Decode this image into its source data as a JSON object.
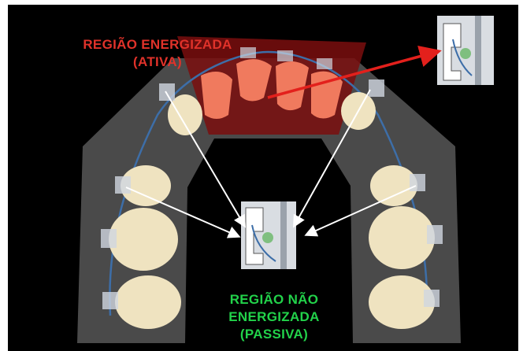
{
  "active_region": {
    "line1": "REGIÃO ENERGIZADA",
    "line2": "(ATIVA)",
    "color": "#e0322a",
    "fill_color": "#7a0e0e"
  },
  "passive_region": {
    "line1": "REGIÃO NÃO",
    "line2": "ENERGIZADA",
    "line3": "(PASSIVA)",
    "color": "#22d24a"
  },
  "arch_color": "#4a4a4a",
  "wire_color": "#3d6ea8",
  "tooth_color": "#efe3c0",
  "inflamed_tooth_color": "#f07a5e",
  "wire_dot_color": "#7fbf7f",
  "icons": [
    "bracket-detail-active-icon",
    "bracket-detail-passive-icon",
    "arrow-icon"
  ]
}
